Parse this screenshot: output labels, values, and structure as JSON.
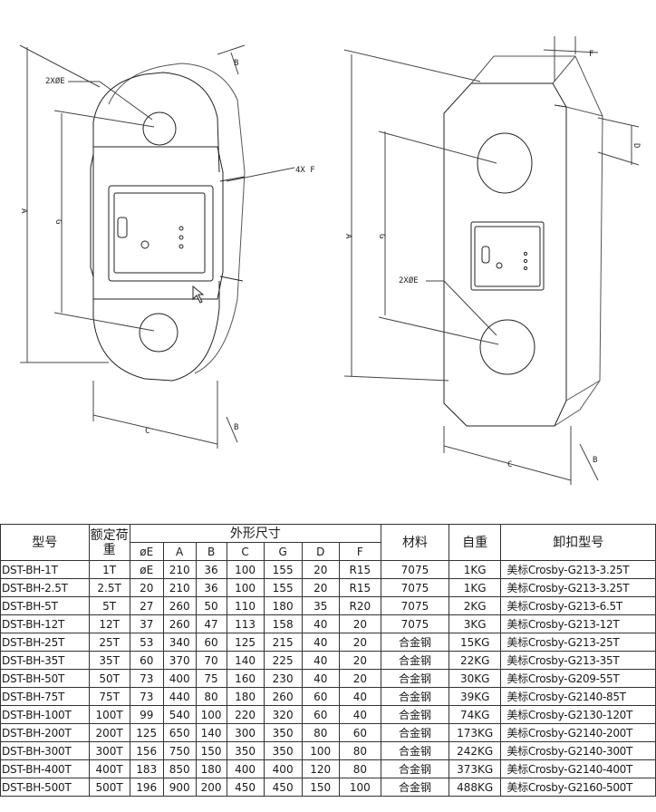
{
  "drawing": {
    "left_labels": {
      "holes": "2XØE",
      "a": "A",
      "c": "C",
      "g": "G",
      "b": "B",
      "f": "4X F"
    },
    "right_labels": {
      "f": "F",
      "d": "D",
      "a": "A",
      "g": "G",
      "holes": "2XØE",
      "c": "C",
      "b": "B"
    }
  },
  "table": {
    "headers": {
      "model": "型号",
      "rated_load": "额定荷重",
      "dimensions": "外形尺寸",
      "material": "材料",
      "weight": "自重",
      "shackle": "卸扣型号"
    },
    "dim_columns": [
      "øE",
      "A",
      "B",
      "C",
      "G",
      "D",
      "F"
    ],
    "rows": [
      {
        "model": "DST-BH-1T",
        "load": "1T",
        "dims": [
          "øE",
          "210",
          "36",
          "100",
          "155",
          "20",
          "R15"
        ],
        "material": "7075",
        "weight": "1KG",
        "shackle": "美标Crosby-G213-3.25T"
      },
      {
        "model": "DST-BH-2.5T",
        "load": "2.5T",
        "dims": [
          "20",
          "210",
          "36",
          "100",
          "155",
          "20",
          "R15"
        ],
        "material": "7075",
        "weight": "1KG",
        "shackle": "美标Crosby-G213-3.25T"
      },
      {
        "model": "DST-BH-5T",
        "load": "5T",
        "dims": [
          "27",
          "260",
          "50",
          "110",
          "180",
          "35",
          "R20"
        ],
        "material": "7075",
        "weight": "2KG",
        "shackle": "美标Crosby-G213-6.5T"
      },
      {
        "model": "DST-BH-12T",
        "load": "12T",
        "dims": [
          "37",
          "260",
          "47",
          "113",
          "158",
          "40",
          "20"
        ],
        "material": "7075",
        "weight": "3KG",
        "shackle": "美标Crosby-G213-12T"
      },
      {
        "model": "DST-BH-25T",
        "load": "25T",
        "dims": [
          "53",
          "340",
          "60",
          "125",
          "215",
          "40",
          "20"
        ],
        "material": "合金钢",
        "weight": "15KG",
        "shackle": "美标Crosby-G213-25T"
      },
      {
        "model": "DST-BH-35T",
        "load": "35T",
        "dims": [
          "60",
          "370",
          "70",
          "140",
          "225",
          "40",
          "20"
        ],
        "material": "合金钢",
        "weight": "22KG",
        "shackle": "美标Crosby-G213-35T"
      },
      {
        "model": "DST-BH-50T",
        "load": "50T",
        "dims": [
          "73",
          "400",
          "75",
          "160",
          "230",
          "40",
          "20"
        ],
        "material": "合金钢",
        "weight": "30KG",
        "shackle": "美标Crosby-G209-55T"
      },
      {
        "model": "DST-BH-75T",
        "load": "75T",
        "dims": [
          "73",
          "440",
          "80",
          "180",
          "260",
          "60",
          "40"
        ],
        "material": "合金钢",
        "weight": "39KG",
        "shackle": "美标Crosby-G2140-85T"
      },
      {
        "model": "DST-BH-100T",
        "load": "100T",
        "dims": [
          "99",
          "540",
          "100",
          "220",
          "320",
          "60",
          "40"
        ],
        "material": "合金钢",
        "weight": "74KG",
        "shackle": "美标Crosby-G2130-120T"
      },
      {
        "model": "DST-BH-200T",
        "load": "200T",
        "dims": [
          "125",
          "650",
          "140",
          "300",
          "350",
          "80",
          "60"
        ],
        "material": "合金钢",
        "weight": "173KG",
        "shackle": "美标Crosby-G2140-200T"
      },
      {
        "model": "DST-BH-300T",
        "load": "300T",
        "dims": [
          "156",
          "750",
          "150",
          "350",
          "350",
          "100",
          "80"
        ],
        "material": "合金钢",
        "weight": "242KG",
        "shackle": "美标Crosby-G2140-300T"
      },
      {
        "model": "DST-BH-400T",
        "load": "400T",
        "dims": [
          "183",
          "850",
          "180",
          "400",
          "400",
          "120",
          "80"
        ],
        "material": "合金钢",
        "weight": "373KG",
        "shackle": "美标Crosby-G2140-400T"
      },
      {
        "model": "DST-BH-500T",
        "load": "500T",
        "dims": [
          "196",
          "900",
          "200",
          "450",
          "450",
          "150",
          "100"
        ],
        "material": "合金钢",
        "weight": "488KG",
        "shackle": "美标Crosby-G2160-500T"
      }
    ]
  }
}
